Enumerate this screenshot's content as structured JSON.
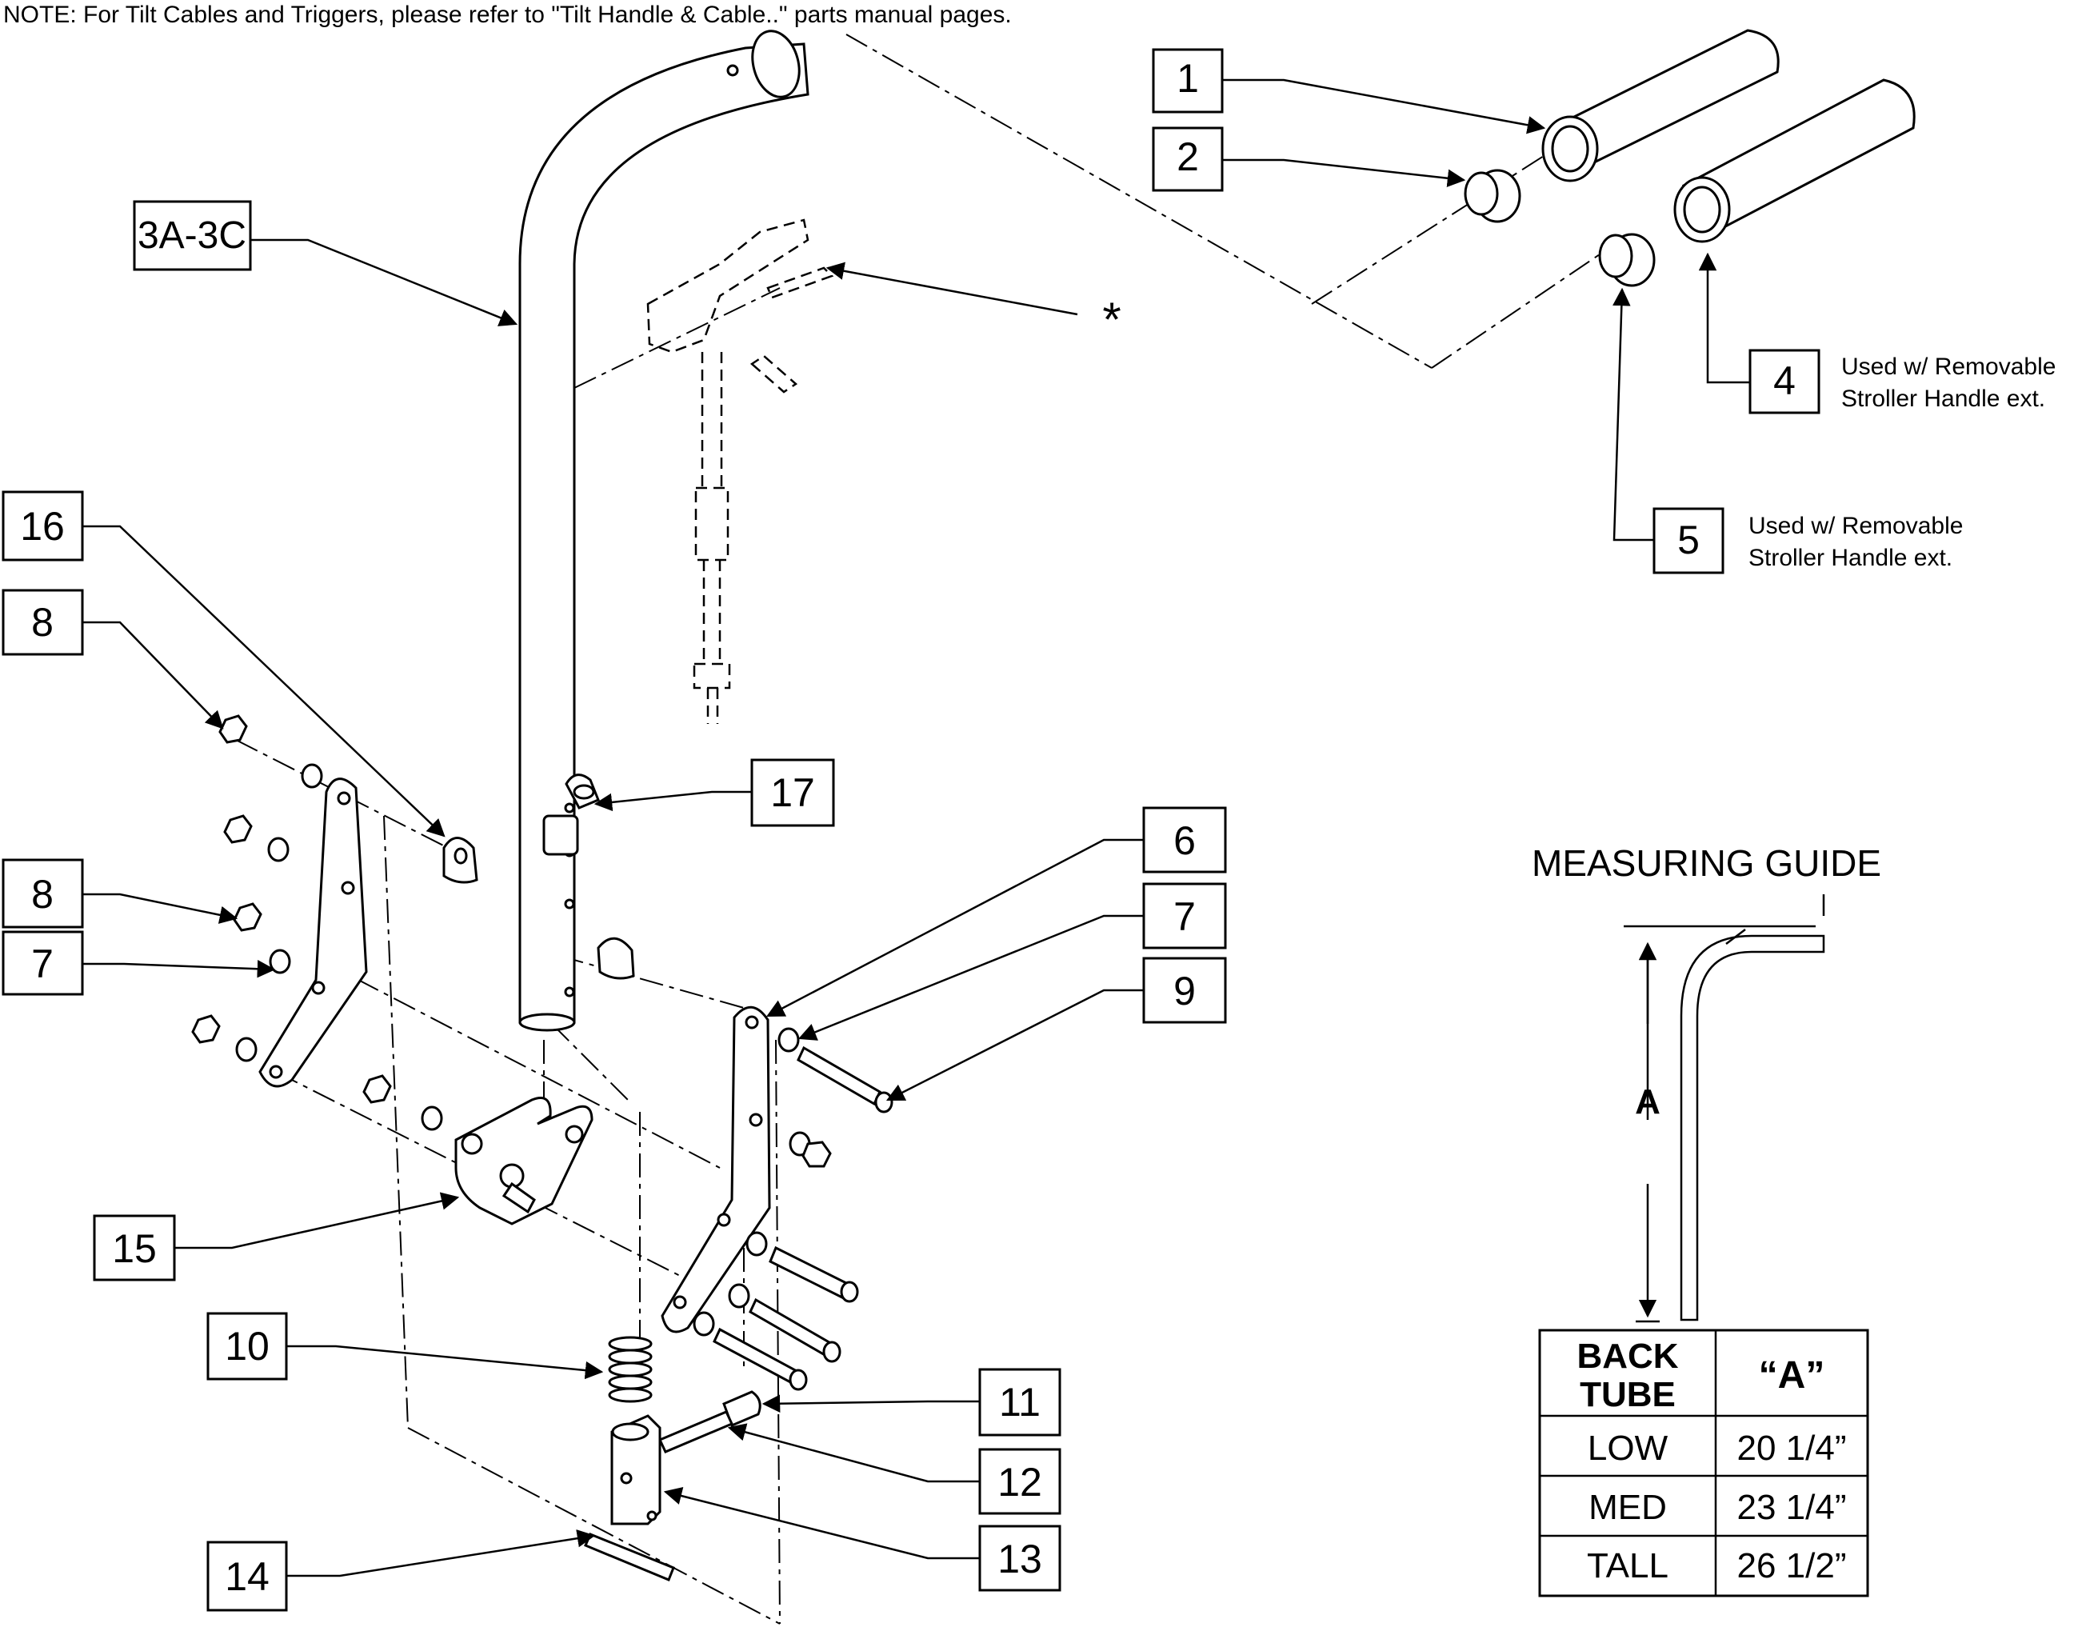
{
  "note": "NOTE: For Tilt Cables and Triggers, please refer to \"Tilt Handle & Cable..\" parts manual pages.",
  "callouts": {
    "c1": "1",
    "c2": "2",
    "c3": "3A-3C",
    "c4": "4",
    "c5": "5",
    "c6": "6",
    "c7a": "7",
    "c7b": "7",
    "c8a": "8",
    "c8b": "8",
    "c9": "9",
    "c10": "10",
    "c11": "11",
    "c12": "12",
    "c13": "13",
    "c14": "14",
    "c15": "15",
    "c16": "16",
    "c17": "17",
    "asterisk": "*"
  },
  "notes_side": {
    "n4_line1": "Used w/ Removable",
    "n4_line2": "Stroller Handle ext.",
    "n5_line1": "Used w/ Removable",
    "n5_line2": "Stroller Handle ext."
  },
  "measuring_guide": {
    "title": "MEASURING GUIDE",
    "dimension_label": "A"
  },
  "table": {
    "header_col1_line1": "BACK",
    "header_col1_line2": "TUBE",
    "header_col2": "“A”",
    "rows": [
      {
        "tube": "LOW",
        "a": "20 1/4”"
      },
      {
        "tube": "MED",
        "a": "23 1/4”"
      },
      {
        "tube": "TALL",
        "a": "26 1/2”"
      }
    ]
  }
}
